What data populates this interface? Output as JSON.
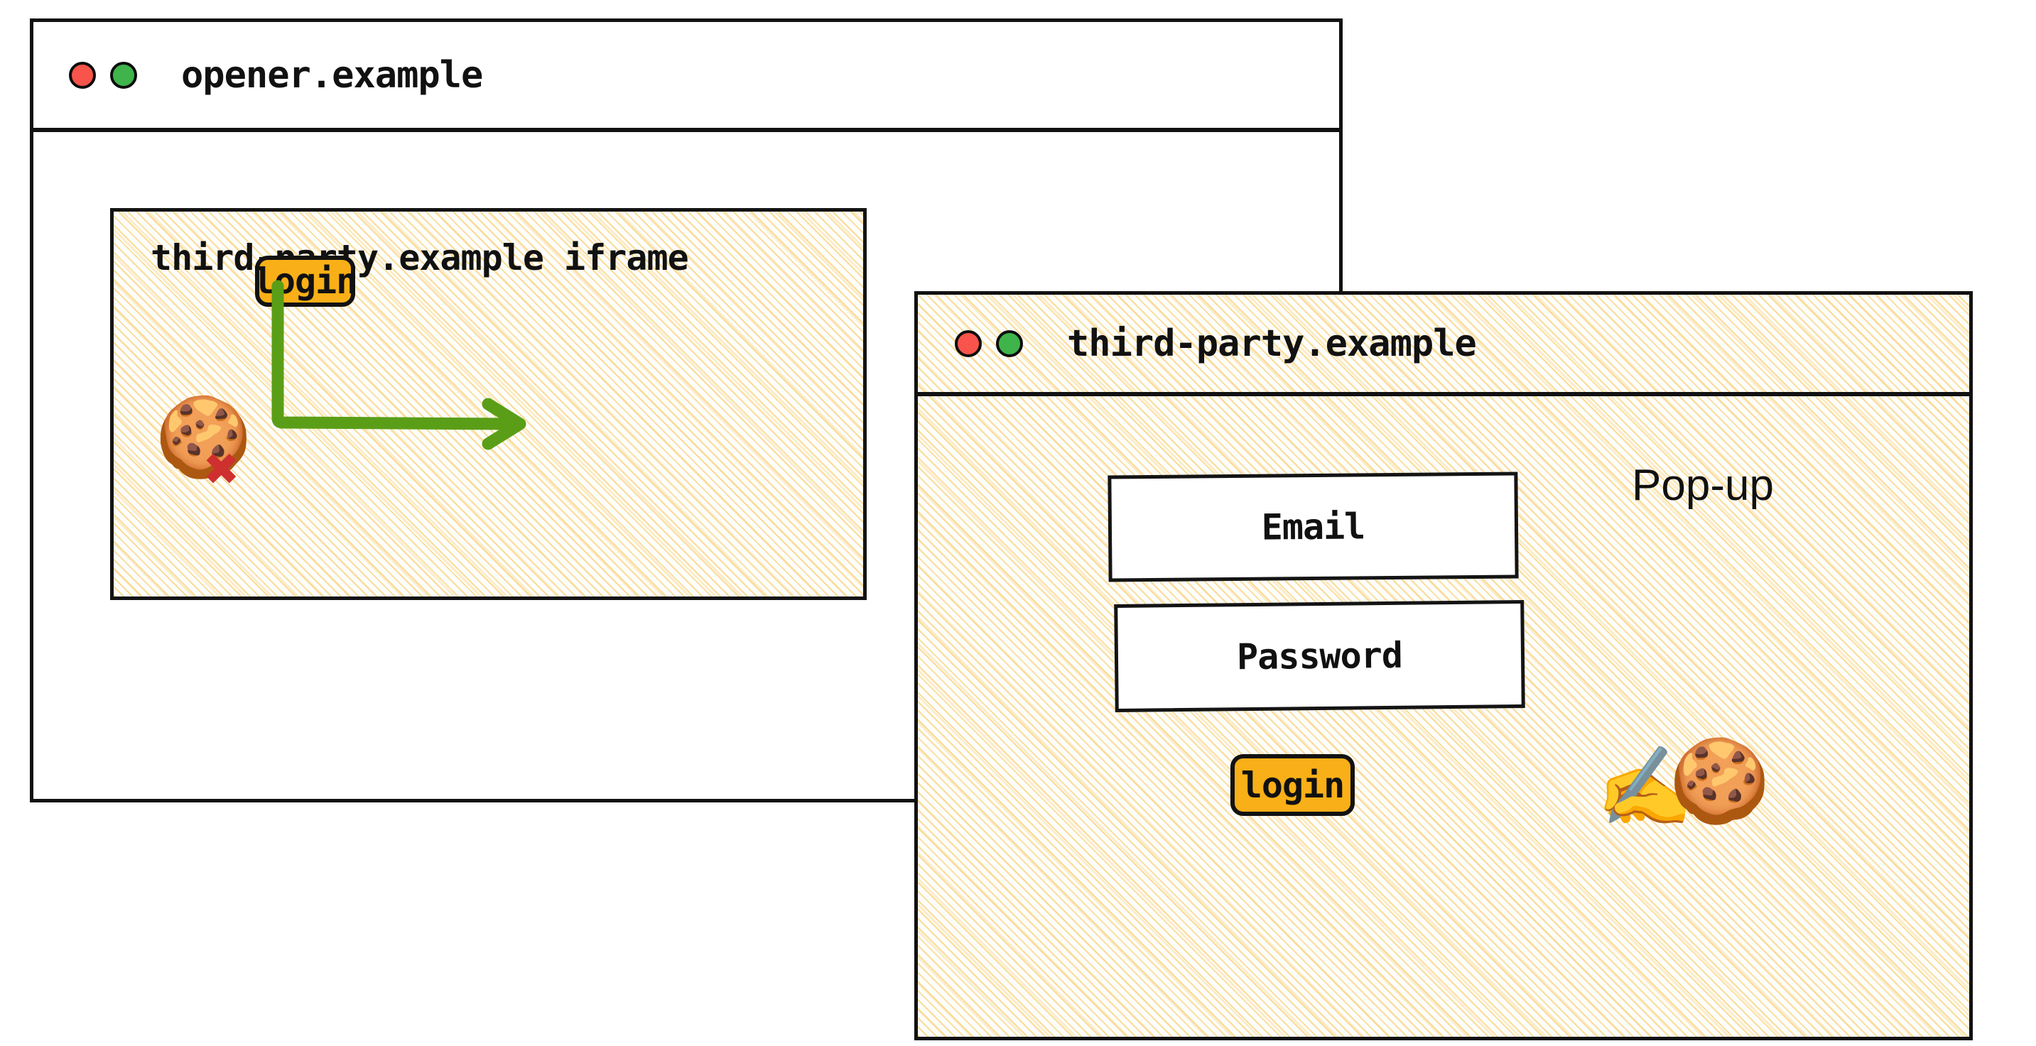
{
  "opener_window": {
    "title": "opener.example",
    "traffic_lights": [
      {
        "name": "close-dot",
        "color": "#f8544b"
      },
      {
        "name": "maximize-dot",
        "color": "#3fb44a"
      }
    ],
    "iframe": {
      "title": "third-party.example iframe",
      "cookie_icon": "🍪",
      "cross_icon": "✖",
      "login_label": "login"
    }
  },
  "arrow": {
    "name": "flow-arrow",
    "color": "#5a9e18",
    "from": "iframe login button",
    "to": "popup window"
  },
  "popup_window": {
    "title": "third-party.example",
    "label": "Pop-up",
    "traffic_lights": [
      {
        "name": "close-dot",
        "color": "#f8544b"
      },
      {
        "name": "maximize-dot",
        "color": "#3fb44a"
      }
    ],
    "form": {
      "email_field": "Email",
      "password_field": "Password",
      "login_label": "login"
    },
    "writing_hand_icon": "✍️",
    "cookie_icon": "🍪"
  },
  "colors": {
    "button_amber": "#f9af17",
    "arrow_green": "#5a9e18",
    "cross_red": "#ce2f2f",
    "stripe_cream": "#fad687",
    "ink_black": "#111111"
  }
}
